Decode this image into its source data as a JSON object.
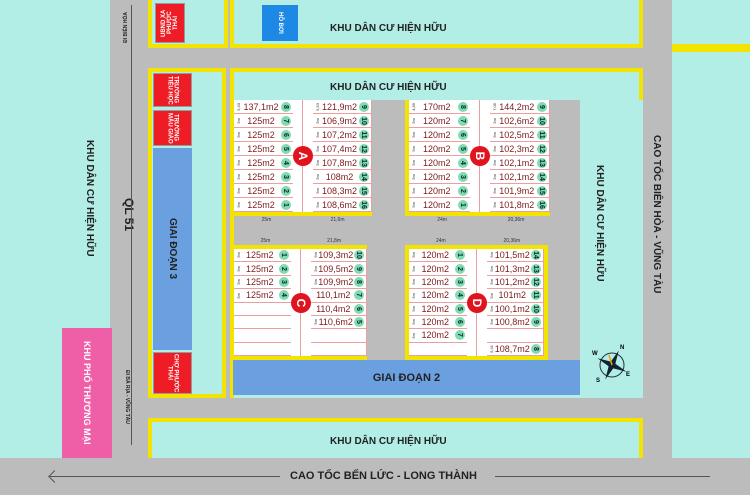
{
  "labels": {
    "khu_dan_cu_top": "KHU DÂN CƯ HIỆN HỮU",
    "khu_dan_cu_mid": "KHU DÂN CƯ HIỆN HỮU",
    "khu_dan_cu_left": "KHU DÂN CƯ HIỆN HỮU",
    "khu_dan_cu_right": "KHU DÂN CƯ HIỆN HỮU",
    "khu_dan_cu_bottom": "KHU DÂN CƯ HIỆN HỮU",
    "ho_boi": "HỒ BƠI",
    "ubnd": "UBND XÃ PHƯỚC THÁI",
    "truong_tieu_hoc": "TRƯỜNG TIỂU HỌC",
    "truong_mau_giao": "TRƯỜNG MẪU GIÁO",
    "giai_doan_3": "GIAI ĐOẠN 3",
    "cho": "CHỢ PHƯỚC THÁI",
    "giai_doan_2": "GIAI ĐOẠN 2",
    "khu_pho_thuong_mai": "KHU PHỐ THƯƠNG MẠI",
    "ql51": "QL 51",
    "di_bien_hoa": "ĐI BIÊN HÒA",
    "di_ba_ria": "ĐI BÀ RỊA - VŨNG TÀU",
    "cao_toc_bien_hoa": "CAO TỐC BIÊN HÒA - VŨNG TÀU",
    "cao_toc_ben_luc": "CAO TỐC BẾN LỨC - LONG THÀNH"
  },
  "compass": {
    "n": "N",
    "s": "S",
    "e": "E",
    "w": "W"
  },
  "blocks": [
    {
      "letter": "A",
      "widths": [
        "25m",
        "21,6m"
      ],
      "rows": [
        [
          {
            "n": "8",
            "a": "137,1m2",
            "s": "5,43"
          },
          {
            "n": "9",
            "a": "121,9m2",
            "s": "5,53"
          }
        ],
        [
          {
            "n": "7",
            "a": "125m2",
            "s": "5m"
          },
          {
            "n": "10",
            "a": "106,9m2",
            "s": "5m"
          }
        ],
        [
          {
            "n": "6",
            "a": "125m2",
            "s": "5m"
          },
          {
            "n": "11",
            "a": "107,2m2",
            "s": "5m"
          }
        ],
        [
          {
            "n": "5",
            "a": "125m2",
            "s": "5m"
          },
          {
            "n": "12",
            "a": "107,4m2",
            "s": "5m"
          }
        ],
        [
          {
            "n": "4",
            "a": "125m2",
            "s": "5m"
          },
          {
            "n": "13",
            "a": "107,8m2",
            "s": "5m"
          }
        ],
        [
          {
            "n": "3",
            "a": "125m2",
            "s": "5m"
          },
          {
            "n": "14",
            "a": "108m2",
            "s": "5m"
          }
        ],
        [
          {
            "n": "2",
            "a": "125m2",
            "s": "5m"
          },
          {
            "n": "15",
            "a": "108,3m2",
            "s": "5m"
          }
        ],
        [
          {
            "n": "1",
            "a": "125m2",
            "s": "5m"
          },
          {
            "n": "16",
            "a": "108,6m2",
            "s": "5m"
          }
        ]
      ]
    },
    {
      "letter": "B",
      "widths": [
        "24m",
        "20,36m"
      ],
      "rows": [
        [
          {
            "n": "8",
            "a": "170m2",
            "s": "4,89"
          },
          {
            "n": "9",
            "a": "144,2m2",
            "s": "7,06"
          }
        ],
        [
          {
            "n": "7",
            "a": "120m2",
            "s": "5m"
          },
          {
            "n": "10",
            "a": "102,6m2",
            "s": "5m"
          }
        ],
        [
          {
            "n": "6",
            "a": "120m2",
            "s": "5m"
          },
          {
            "n": "11",
            "a": "102,5m2",
            "s": "5m"
          }
        ],
        [
          {
            "n": "5",
            "a": "120m2",
            "s": "5m"
          },
          {
            "n": "12",
            "a": "102,3m2",
            "s": "5m"
          }
        ],
        [
          {
            "n": "4",
            "a": "120m2",
            "s": "5m"
          },
          {
            "n": "13",
            "a": "102,1m2",
            "s": "5m"
          }
        ],
        [
          {
            "n": "3",
            "a": "120m2",
            "s": "5m"
          },
          {
            "n": "14",
            "a": "102,1m2",
            "s": "5m"
          }
        ],
        [
          {
            "n": "2",
            "a": "120m2",
            "s": "5m"
          },
          {
            "n": "15",
            "a": "101,9m2",
            "s": "5m"
          }
        ],
        [
          {
            "n": "1",
            "a": "120m2",
            "s": "5m"
          },
          {
            "n": "16",
            "a": "101,8m2",
            "s": "5m"
          }
        ]
      ]
    },
    {
      "letter": "C",
      "widths": [
        "25m",
        "21,8m"
      ],
      "rows": [
        [
          {
            "n": "1",
            "a": "125m2",
            "s": "5m"
          },
          {
            "n": "10",
            "a": "109,3m2",
            "s": "5m"
          }
        ],
        [
          {
            "n": "2",
            "a": "125m2",
            "s": "5m"
          },
          {
            "n": "9",
            "a": "109,5m2",
            "s": "5m"
          }
        ],
        [
          {
            "n": "3",
            "a": "125m2",
            "s": "5m"
          },
          {
            "n": "8",
            "a": "109,9m2",
            "s": "5m"
          }
        ],
        [
          {
            "n": "4",
            "a": "125m2",
            "s": "5m"
          },
          {
            "n": "7",
            "a": "110,1m2",
            "s": ""
          }
        ],
        [
          null,
          {
            "n": "6",
            "a": "110,4m2",
            "s": ""
          }
        ],
        [
          null,
          {
            "n": "5",
            "a": "110,6m2",
            "s": "5m"
          }
        ],
        [
          null,
          null
        ],
        [
          null,
          null
        ]
      ]
    },
    {
      "letter": "D",
      "widths": [
        "24m",
        "20,36m"
      ],
      "rows": [
        [
          {
            "n": "1",
            "a": "120m2",
            "s": "5m"
          },
          {
            "n": "14",
            "a": "101,5m2",
            "s": "5m"
          }
        ],
        [
          {
            "n": "2",
            "a": "120m2",
            "s": "5m"
          },
          {
            "n": "13",
            "a": "101,3m2",
            "s": "5m"
          }
        ],
        [
          {
            "n": "3",
            "a": "120m2",
            "s": "5m"
          },
          {
            "n": "12",
            "a": "101,2m2",
            "s": "5m"
          }
        ],
        [
          {
            "n": "4",
            "a": "120m2",
            "s": "5m"
          },
          {
            "n": "11",
            "a": "101m2",
            "s": "5m"
          }
        ],
        [
          {
            "n": "5",
            "a": "120m2",
            "s": "5m"
          },
          {
            "n": "10",
            "a": "100,1m2",
            "s": "5m"
          }
        ],
        [
          {
            "n": "6",
            "a": "120m2",
            "s": "5m"
          },
          {
            "n": "9",
            "a": "100,8m2",
            "s": "5m"
          }
        ],
        [
          {
            "n": "7",
            "a": "120m2",
            "s": "5m"
          },
          null
        ],
        [
          null,
          {
            "n": "8",
            "a": "108,7m2",
            "s": "5,41"
          }
        ]
      ]
    }
  ]
}
